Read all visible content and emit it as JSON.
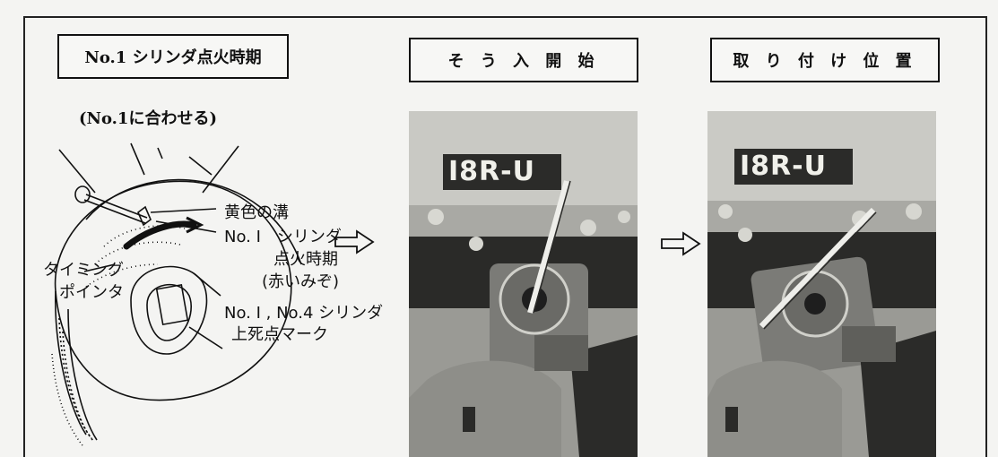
{
  "panels": [
    {
      "title": "No.1 シリンダ点火時期"
    },
    {
      "title": "そ う 入 開 始"
    },
    {
      "title": "取 り 付 け 位 置"
    }
  ],
  "diagram": {
    "note": "(No.1に合わせる)",
    "labels": {
      "yellow_groove": "黄色の溝",
      "no1_line1": "No. I　シリンダ",
      "no1_line2": "点火時期",
      "no1_line3": "(赤いみぞ)",
      "timing_line1": "タイミング",
      "timing_line2": "ポインタ",
      "tdc_line1": "No. I , No.4 シリンダ",
      "tdc_line2": "上死点マーク"
    }
  },
  "photos": [
    {
      "engine_badge": "I8R-U"
    },
    {
      "engine_badge": "I8R-U"
    }
  ],
  "colors": {
    "ink": "#111111",
    "paper": "#f4f4f2",
    "photo_light": "#cfcfca",
    "photo_dark": "#1e1e1e"
  }
}
